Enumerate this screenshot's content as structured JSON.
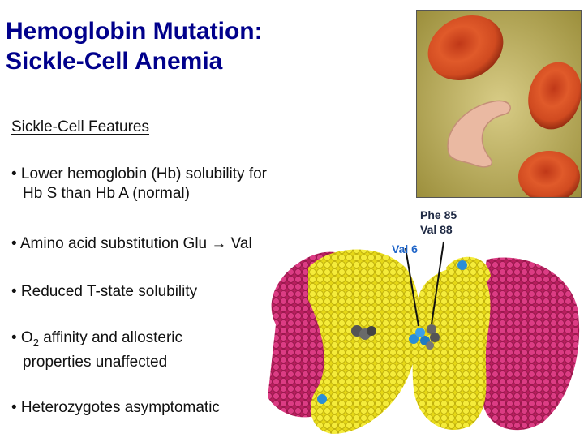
{
  "slide": {
    "title_line1": "Hemoglobin Mutation:",
    "title_line2": "Sickle-Cell Anemia",
    "title_color": "#00008b",
    "subheading": "Sickle-Cell Features",
    "bullets": [
      {
        "line1": "• Lower hemoglobin (Hb) solubility for",
        "line2": "Hb S than Hb A (normal)"
      },
      {
        "line1": "• Amino acid substitution Glu → Val"
      },
      {
        "line1": "• Reduced T-state solubility"
      },
      {
        "line1_pre": "• O",
        "line1_sub": "2",
        "line1_post": " affinity and allosteric",
        "line2": "properties unaffected"
      },
      {
        "line1": "• Heterozygotes asymptomatic"
      }
    ]
  },
  "figure": {
    "labels": {
      "phe": "Phe 85",
      "val88": "Val 88",
      "val6": "Val 6"
    },
    "colors": {
      "label_dark": "#1f2a44",
      "label_blue": "#1e64c8",
      "subunit_yellow": "#f0e61e",
      "subunit_magenta": "#d8327a",
      "rbc_red": "#d24b24",
      "sickle_cell": "#e9b6a0"
    }
  }
}
